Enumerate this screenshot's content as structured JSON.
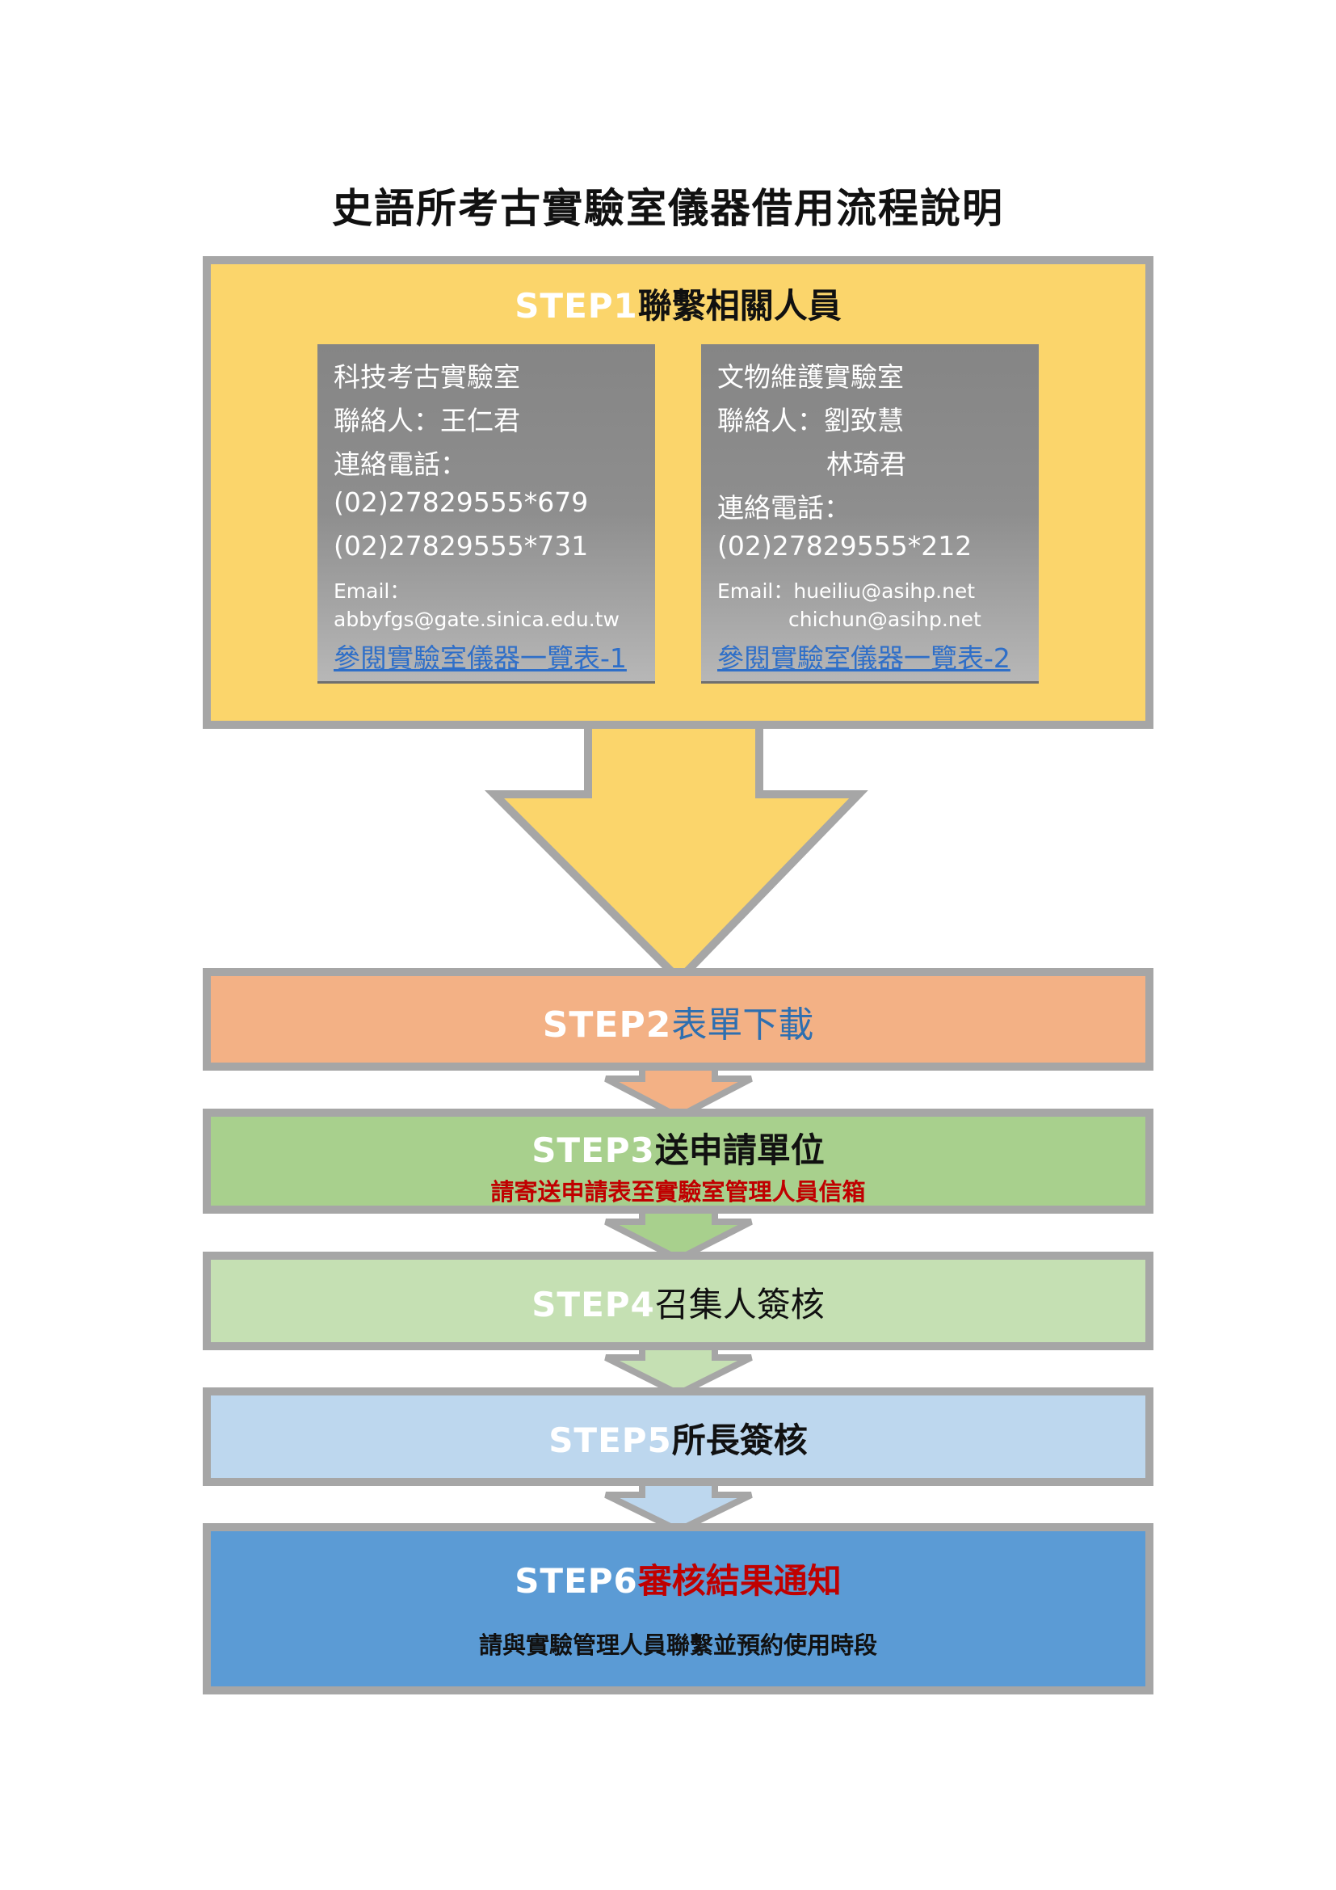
{
  "page": {
    "title": "史語所考古實驗室儀器借用流程說明"
  },
  "step1": {
    "label": "STEP1",
    "title": "聯繫相關人員",
    "cards": [
      {
        "lab": "科技考古實驗室",
        "contact": "聯絡人：王仁君",
        "contact2": "",
        "phone_label": "連絡電話：",
        "phones": [
          "(02)27829555*679",
          "(02)27829555*731"
        ],
        "email_line1": "Email：",
        "email_line2": "abbyfgs@gate.sinica.edu.tw",
        "link": "參閱實驗室儀器一覽表-1"
      },
      {
        "lab": "文物維護實驗室",
        "contact": "聯絡人：劉致慧",
        "contact2": "林琦君",
        "phone_label": "連絡電話：",
        "phones": [
          "(02)27829555*212"
        ],
        "email_line1": "Email：hueiliu@asihp.net",
        "email_line2": "chichun@asihp.net",
        "link": "參閱實驗室儀器一覽表-2"
      }
    ]
  },
  "step2": {
    "label": "STEP2",
    "title": "表單下載"
  },
  "step3": {
    "label": "STEP3",
    "title": "送申請單位",
    "subtitle": "請寄送申請表至實驗室管理人員信箱"
  },
  "step4": {
    "label": "STEP4",
    "title": "召集人簽核"
  },
  "step5": {
    "label": "STEP5",
    "title": "所長簽核"
  },
  "step6": {
    "label": "STEP6",
    "title": "審核結果通知",
    "subtitle": "請與實驗管理人員聯繫並預約使用時段"
  },
  "colors": {
    "step1": "#fbd56b",
    "step2": "#f3b185",
    "step3": "#a8d08d",
    "step4": "#c5e0b3",
    "step5": "#bdd7ee",
    "step6": "#5b9bd5",
    "border": "#a6a6a6",
    "link": "#2f6fc8",
    "red": "#c00000"
  }
}
